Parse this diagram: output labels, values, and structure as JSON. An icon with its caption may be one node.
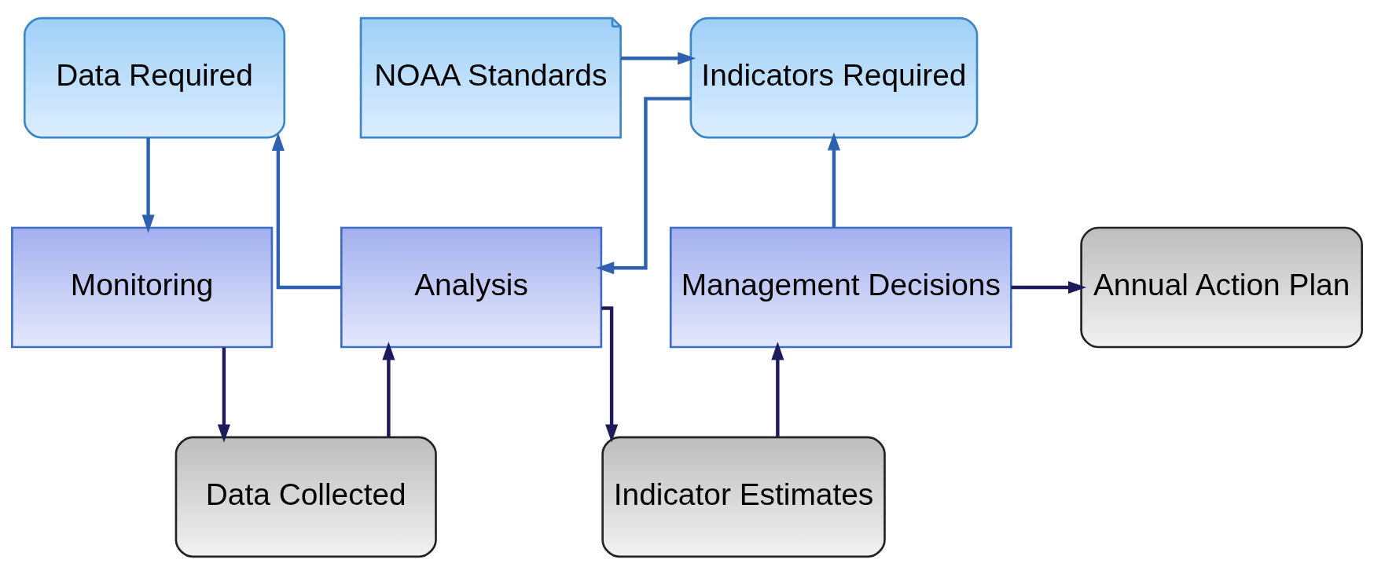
{
  "diagram": {
    "nodes": [
      {
        "text": [
          "Data Required"
        ]
      },
      {
        "text": [
          "Indicators Required"
        ]
      },
      {
        "text": [
          "NOAA Standards"
        ]
      },
      {
        "text": [
          "Monitoring"
        ]
      },
      {
        "text": [
          "Analysis"
        ]
      },
      {
        "text": [
          "Management Decisions"
        ]
      },
      {
        "text": [
          "Annual Action Plan"
        ]
      },
      {
        "text": [
          "Data Collected"
        ]
      },
      {
        "text": [
          "Indicator Estimates"
        ]
      }
    ],
    "edges": [
      {
        "from": 2,
        "to": 1,
        "arrow": "to"
      },
      {
        "from": 0,
        "to": 3,
        "arrow": "to"
      },
      {
        "from": 4,
        "to": 0,
        "arrow": "to"
      },
      {
        "from": 1,
        "to": 4,
        "arrow": "to"
      },
      {
        "from": 5,
        "to": 1,
        "arrow": "to"
      },
      {
        "from": 5,
        "to": 6,
        "arrow": "to",
        "color": "#1f1a5c"
      },
      {
        "from": 3,
        "to": 7,
        "arrow": "to",
        "color": "#1f1a5c"
      },
      {
        "from": 7,
        "to": 4,
        "arrow": "to",
        "color": "#1f1a5c"
      },
      {
        "from": 4,
        "to": 8,
        "arrow": "to",
        "color": "#1f1a5c"
      },
      {
        "from": 8,
        "to": 5,
        "arrow": "to",
        "color": "#1f1a5c"
      }
    ]
  }
}
